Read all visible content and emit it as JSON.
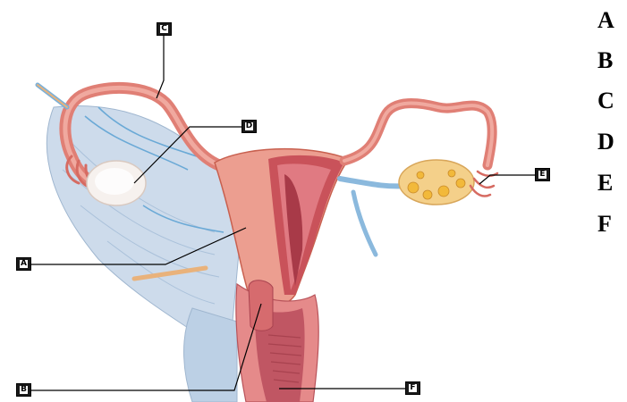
{
  "labels": {
    "A": "A",
    "B": "B",
    "C": "C",
    "D": "D",
    "E": "E",
    "F": "F"
  },
  "key_list": [
    "A",
    "B",
    "C",
    "D",
    "E",
    "F"
  ],
  "colors": {
    "uterus": "#e8958a",
    "uterus_dark": "#c8604f",
    "inner": "#d06a6a",
    "ligament": "#c9d8ea",
    "vessel": "#5aa0d0",
    "ovary": "#f2c24c",
    "tube": "#e07f75"
  }
}
